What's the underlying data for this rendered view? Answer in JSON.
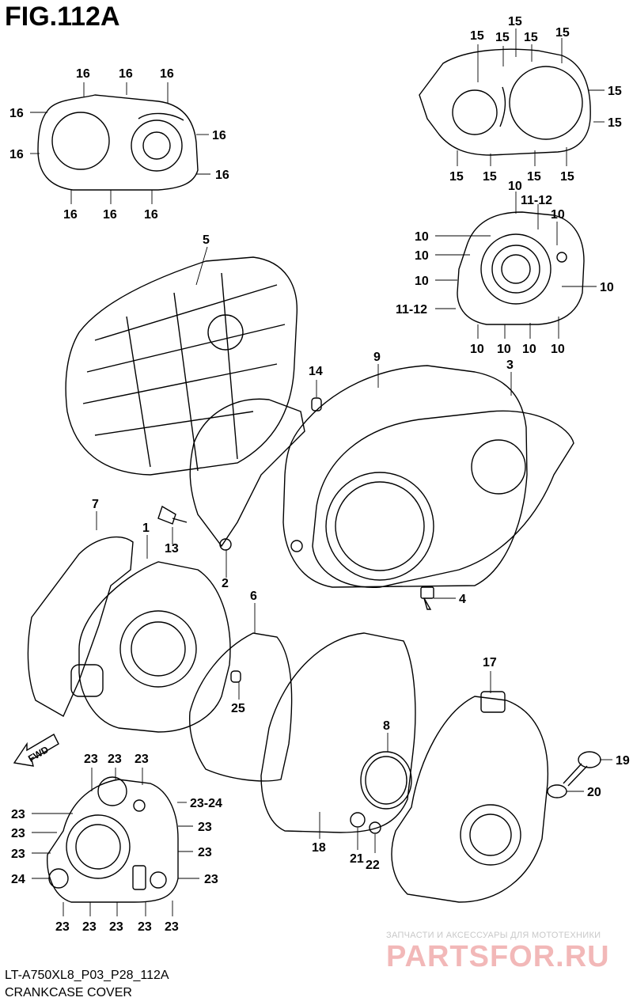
{
  "figure": {
    "title": "FIG.112A",
    "code": "LT-A750XL8_P03_P28_112A",
    "name": "CRANKCASE COVER",
    "fwd_label": "FWD"
  },
  "watermark": {
    "line1": "ЗАПЧАСТИ И АКСЕССУАРЫ ДЛЯ МОТОТЕХНИКИ",
    "line2": "PARTSFOR.RU"
  },
  "callouts": {
    "c1": "1",
    "c2": "2",
    "c3": "3",
    "c4": "4",
    "c5": "5",
    "c6": "6",
    "c7": "7",
    "c8": "8",
    "c9": "9",
    "c10": "10",
    "c1112": "11-12",
    "c13": "13",
    "c14": "14",
    "c15": "15",
    "c16": "16",
    "c17": "17",
    "c18": "18",
    "c19": "19",
    "c20": "20",
    "c21": "21",
    "c22": "22",
    "c23": "23",
    "c2324": "23-24",
    "c24": "24",
    "c25": "25"
  }
}
